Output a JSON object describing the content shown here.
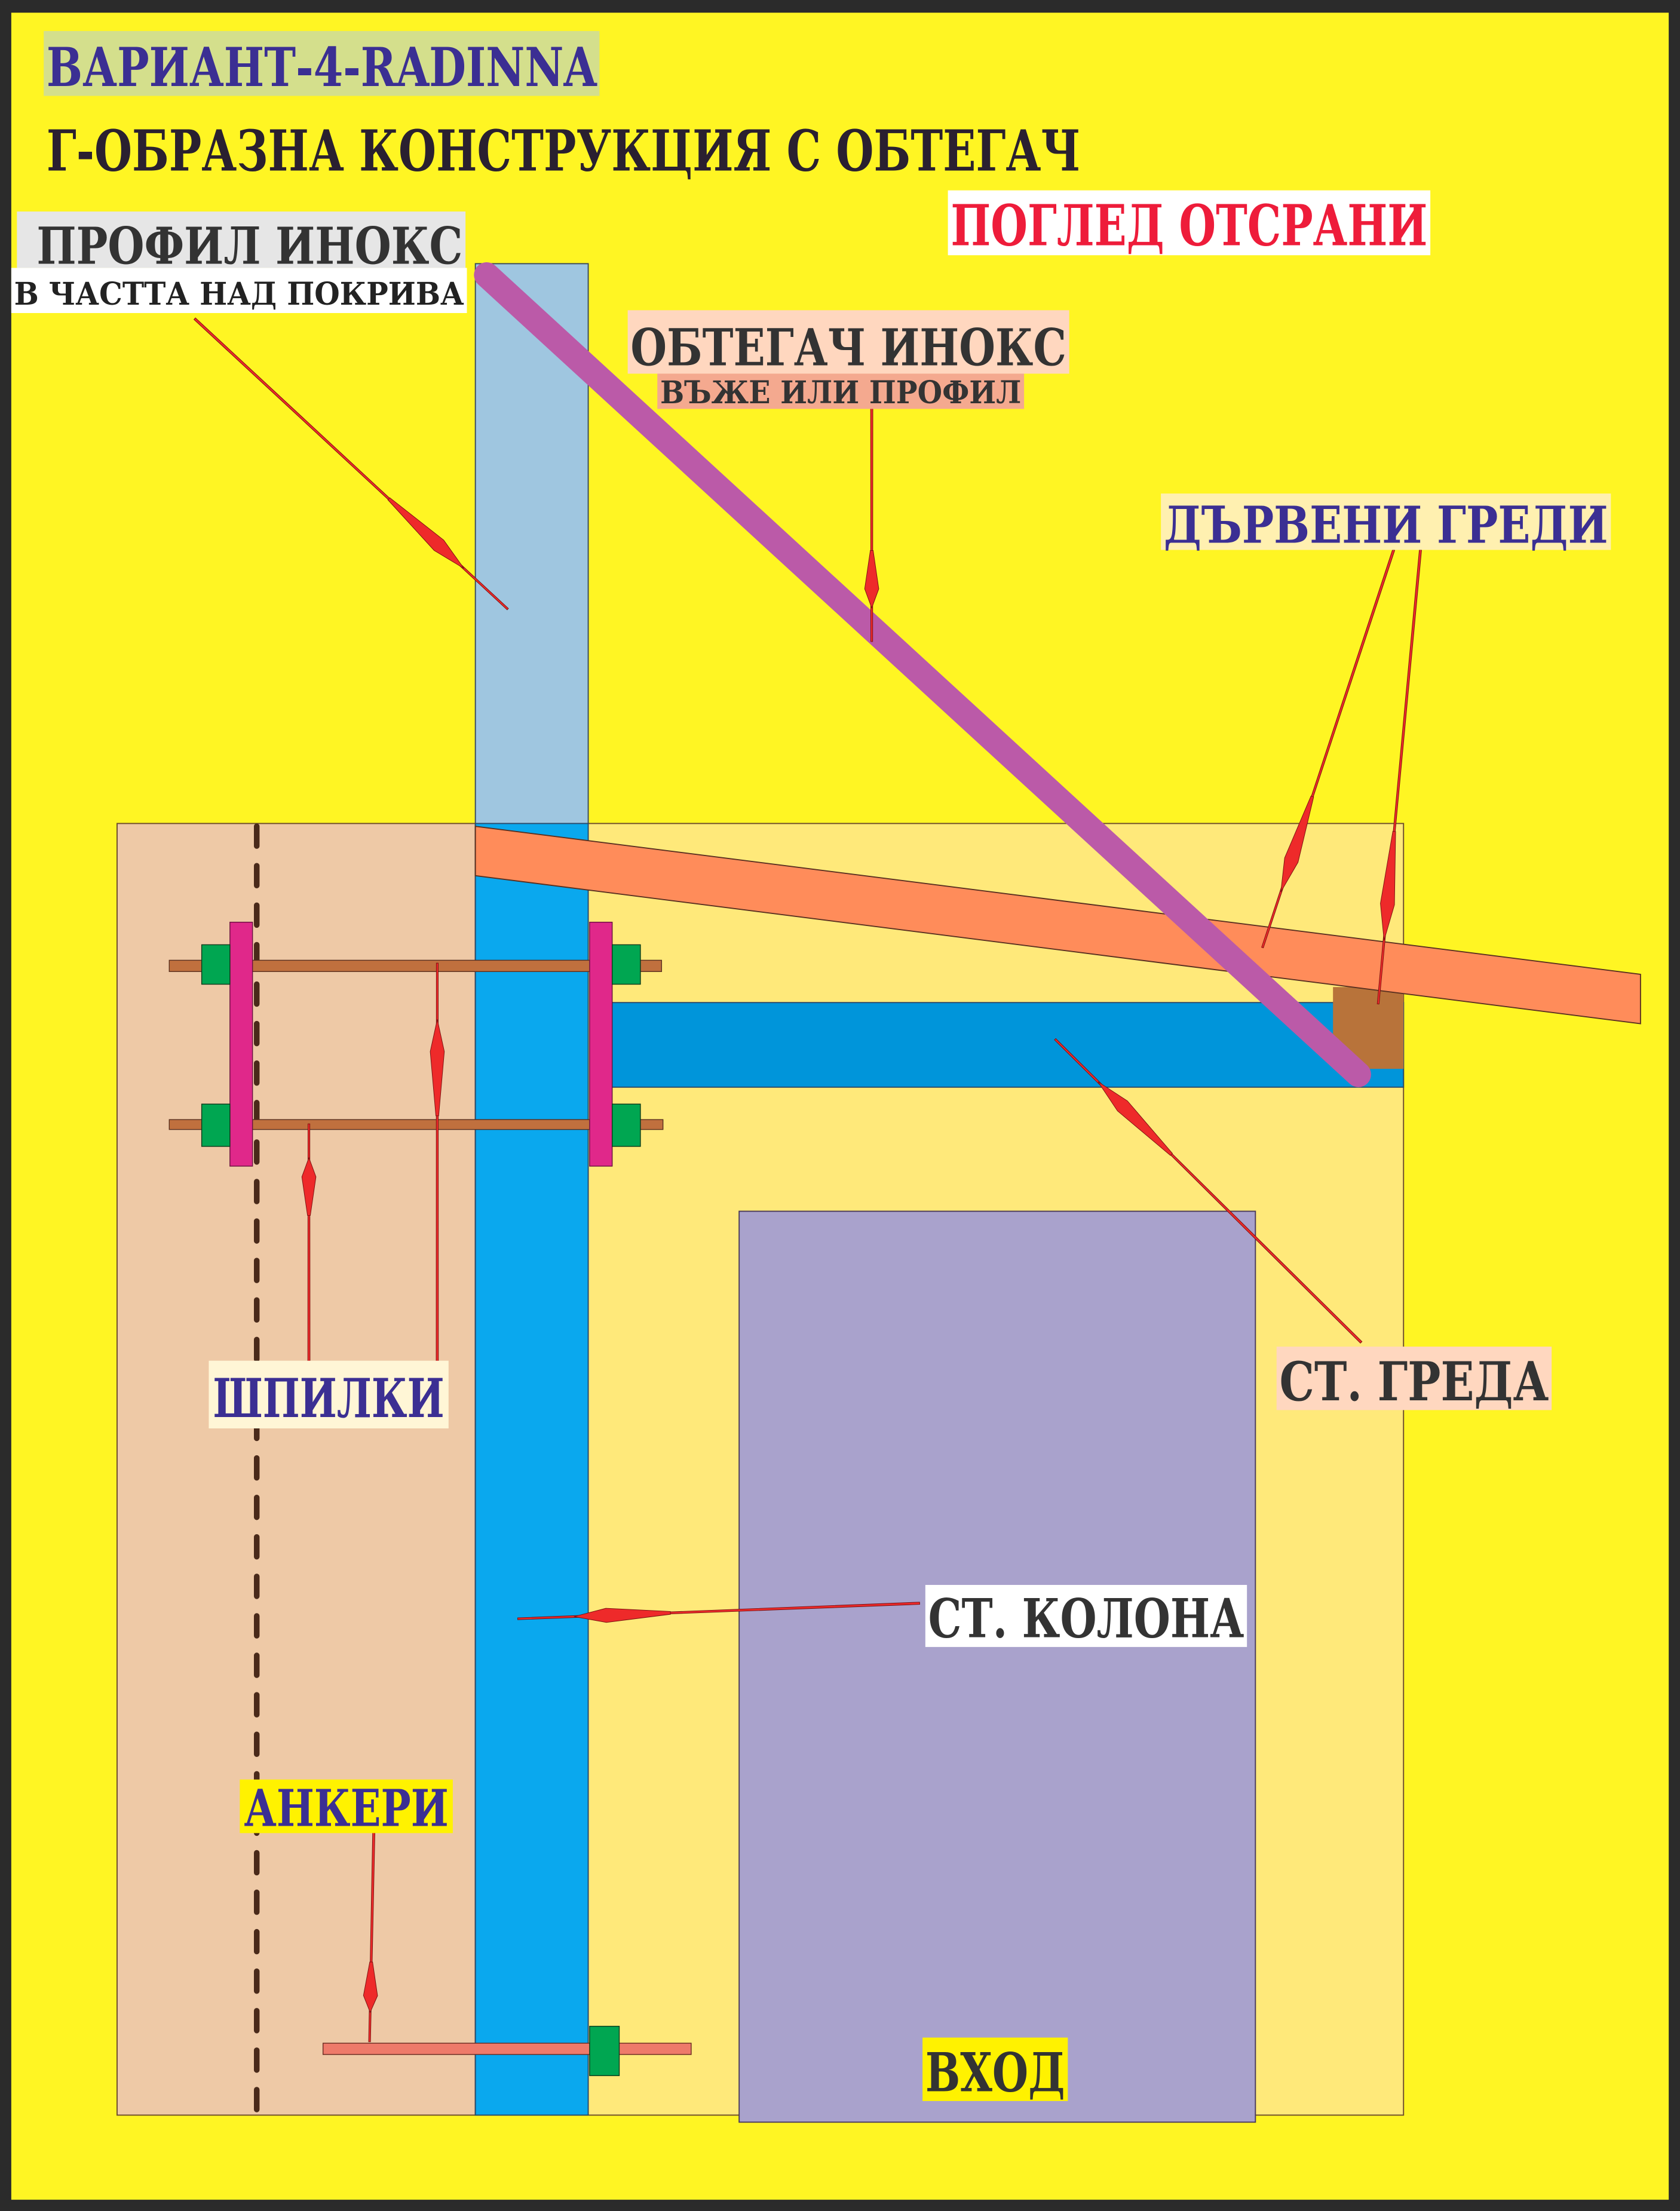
{
  "header": {
    "variant": "ВАРИАНТ-4-RADINNA",
    "title": "Г-ОБРАЗНА КОНСТРУКЦИЯ С ОБТЕГАЧ",
    "view": "ПОГЛЕД ОТСРАНИ"
  },
  "labels": {
    "profile": "ПРОФИЛ ИНОКС",
    "profile_sub": "В ЧАСТТА НАД ПОКРИВА",
    "brace": "ОБТЕГАЧ ИНОКС",
    "brace_sub": "ВЪЖЕ ИЛИ ПРОФИЛ",
    "wood_beams": "ДЪРВЕНИ ГРЕДИ",
    "steel_beam": "СТ. ГРЕДА",
    "studs": "ШПИЛКИ",
    "steel_column": "СТ. КОЛОНА",
    "anchors": "АНКЕРИ",
    "entrance": "ВХОД"
  },
  "colors": {
    "background": "#FFF523",
    "wall": "#EEC9A6",
    "interior": "#FFE97A",
    "column": "#0AA8EE",
    "column_top": "#9FC6E0",
    "beam": "#0095DA",
    "rafter": "#FF8C5A",
    "brace": "#BB5AA8",
    "door": "#A9A2CC",
    "plate": "#E0288A",
    "nut": "#00A651",
    "rod": "#C0703E",
    "arrow": "#EE2A2A",
    "label_blue": "#3B2F93",
    "label_red": "#EE1C3A"
  }
}
